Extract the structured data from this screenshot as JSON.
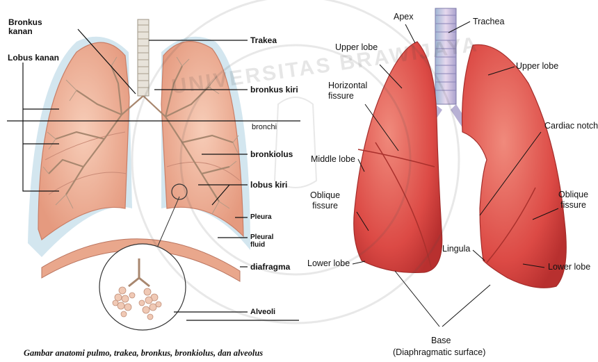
{
  "left_figure": {
    "labels": {
      "bronkus_kanan": "Bronkus\nkanan",
      "lobus_kanan": "Lobus kanan",
      "trakea": "Trakea",
      "bronkus_kiri": "bronkus kiri",
      "bronchi": "bronchi",
      "bronkiolus": "bronkiolus",
      "lobus_kiri": "lobus kiri",
      "pleura": "Pleura",
      "pleural_fluid": "Pleural\nfluid",
      "diafragma": "diafragma",
      "alveoli": "Alveoli"
    },
    "caption": "Gambar anatomi pulmo, trakea, bronkus, bronkiolus, dan alveolus"
  },
  "right_figure": {
    "labels": {
      "apex": "Apex",
      "trachea": "Trachea",
      "upper_lobe_right": "Upper lobe",
      "upper_lobe_left": "Upper lobe",
      "horizontal_fissure": "Horizontal\nfissure",
      "cardiac_notch": "Cardiac notch",
      "middle_lobe": "Middle lobe",
      "oblique_fissure_right": "Oblique\nfissure",
      "oblique_fissure_left": "Oblique\nfissure",
      "lingula": "Lingula",
      "lower_lobe_right": "Lower lobe",
      "lower_lobe_left": "Lower lobe",
      "base": "Base",
      "base_sub": "(Diaphragmatic surface)"
    }
  },
  "watermark": {
    "text": "UNIVERSITAS BRAWIJAYA"
  },
  "colors": {
    "lung_left_fig": "#f2b9a0",
    "lung_right_fig": "#dc4a45",
    "pleura": "#cfe3ec",
    "diaphragm": "#e8a58c",
    "trachea": "#c7b7d8"
  }
}
